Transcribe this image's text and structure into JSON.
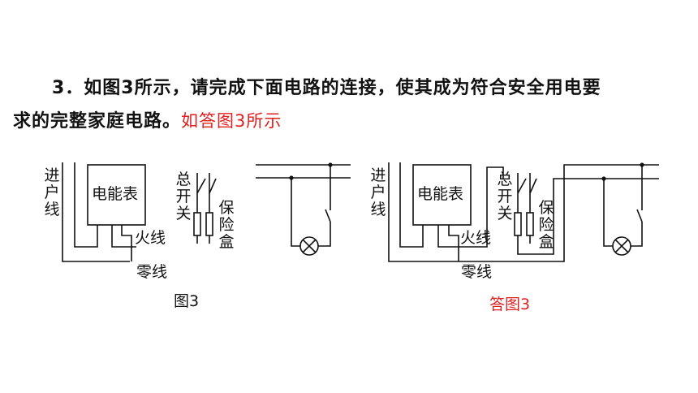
{
  "question": {
    "number": "3",
    "line1": "3．如图3所示，请完成下面电路的连接，使其成为符合安全用电要",
    "line2_prefix": "求的完整家庭电路。",
    "answer_note": "如答图3所示"
  },
  "figure_left": {
    "caption": "图3",
    "labels": {
      "incoming": "进户线",
      "meter": "电能表",
      "main_switch": "总开关",
      "fuse_box": "保险盒",
      "live_wire": "火线",
      "neutral_wire": "零线"
    }
  },
  "figure_right": {
    "caption": "答图3",
    "caption_color": "#e02020",
    "labels": {
      "incoming": "进户线",
      "meter": "电能表",
      "main_switch": "总开关",
      "fuse_box": "保险盒",
      "live_wire": "火线",
      "neutral_wire": "零线"
    }
  }
}
